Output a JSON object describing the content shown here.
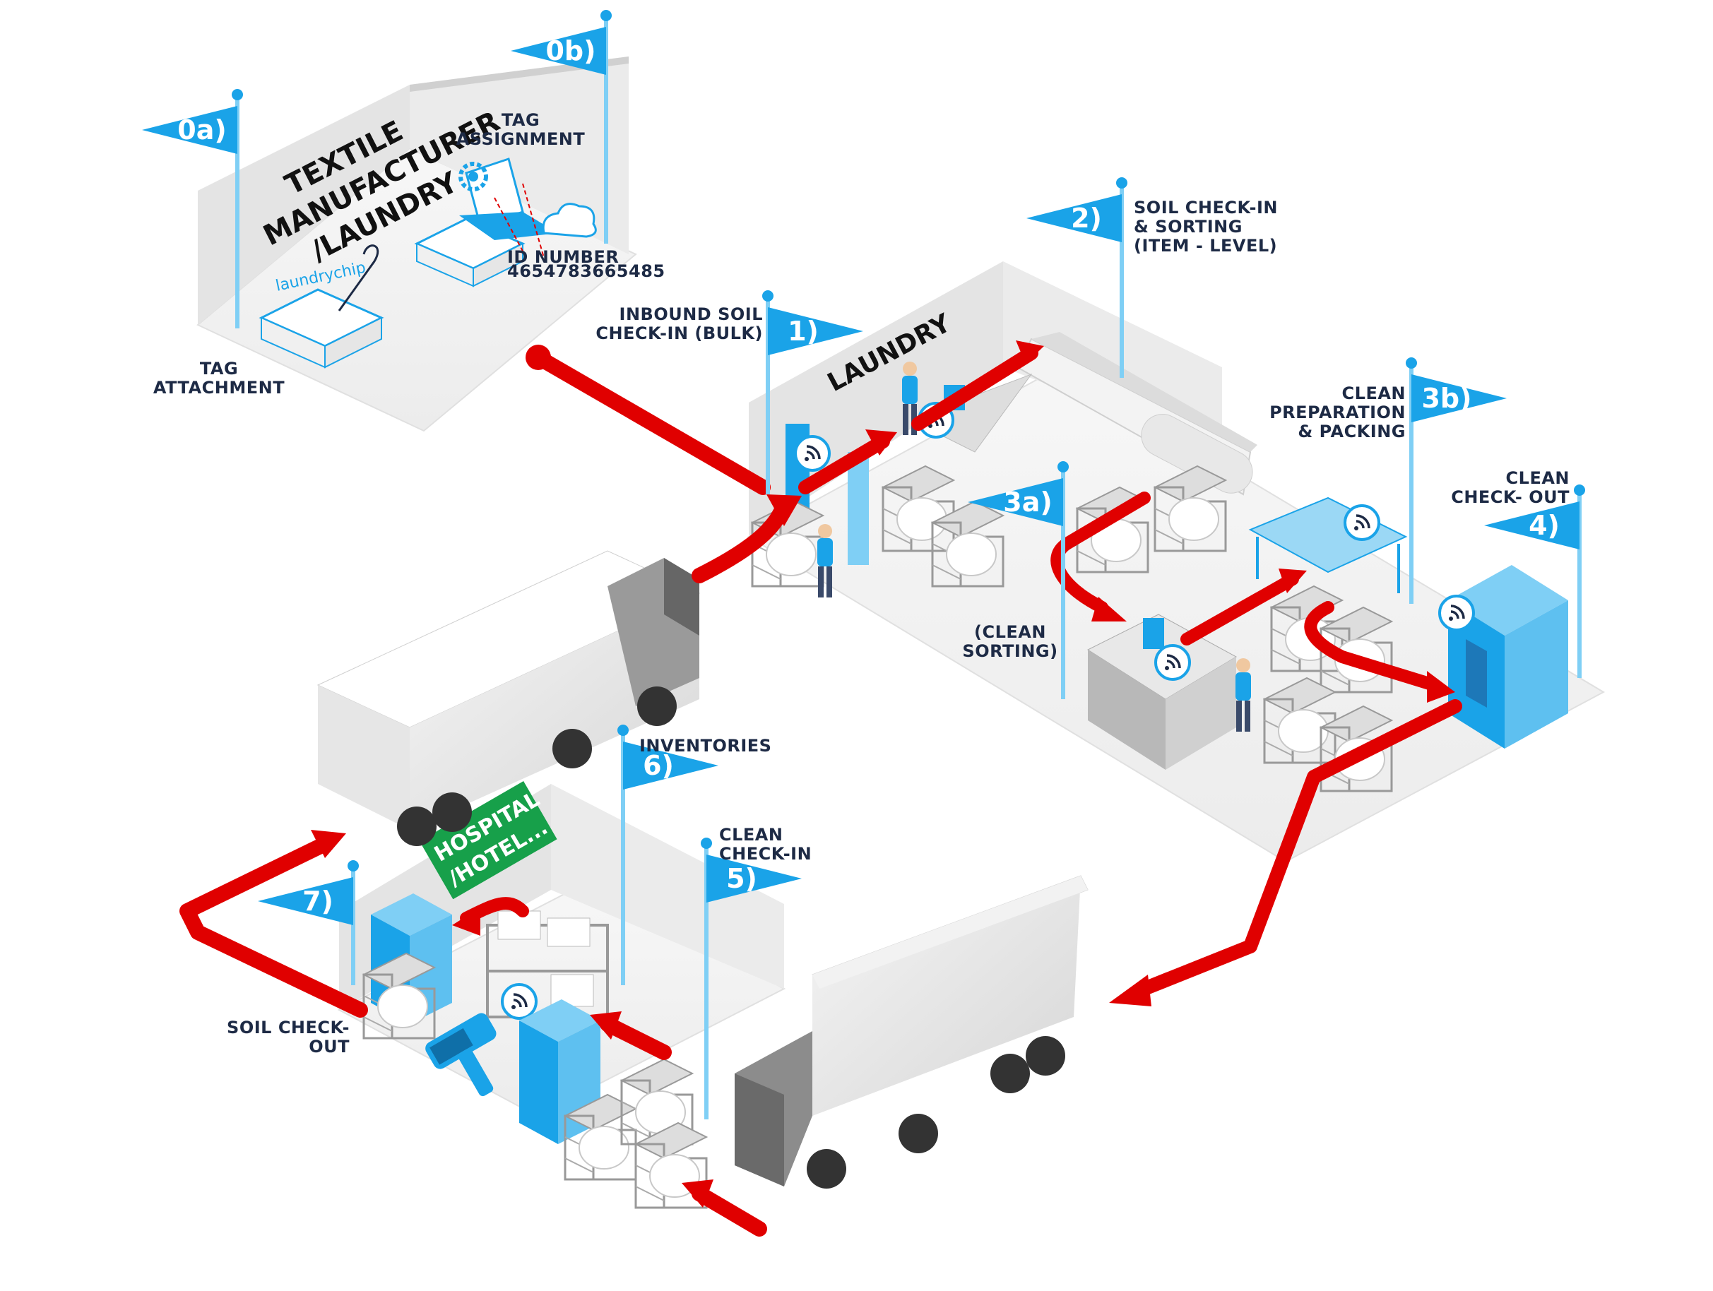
{
  "colors": {
    "flag": "#1aa3e8",
    "arrow": "#e00000",
    "floor": "#f4f4f4",
    "wall": "#e2e2e2",
    "label": "#1d2a45",
    "hospital_sign": "#17a04a"
  },
  "areas": {
    "manufacturer_wall": [
      "TEXTILE",
      "MANUFACTURER",
      "/LAUNDRY"
    ],
    "laundry_wall": "LAUNDRY",
    "hospital_sign": [
      "HOSPITAL",
      "/HOTEL..."
    ]
  },
  "tag_assignment": {
    "logo": "laundrychip",
    "id_label": "ID NUMBER",
    "id_value": "4654783665485"
  },
  "steps": [
    {
      "flag": "0a)",
      "label_lines": [
        "TAG",
        "ATTACHMENT"
      ]
    },
    {
      "flag": "0b)",
      "label_lines": [
        "TAG",
        "ASSIGNMENT"
      ]
    },
    {
      "flag": "1)",
      "label_lines": [
        "INBOUND SOIL",
        "CHECK-IN (BULK)"
      ]
    },
    {
      "flag": "2)",
      "label_lines": [
        "SOIL CHECK-IN",
        "& SORTING",
        "(ITEM - LEVEL)"
      ]
    },
    {
      "flag": "3a)",
      "label_lines": [
        "(CLEAN",
        "SORTING)"
      ]
    },
    {
      "flag": "3b)",
      "label_lines": [
        "CLEAN",
        "PREPARATION",
        "& PACKING"
      ]
    },
    {
      "flag": "4)",
      "label_lines": [
        "CLEAN",
        "CHECK- OUT"
      ]
    },
    {
      "flag": "5)",
      "label_lines": [
        "CLEAN",
        "CHECK-IN"
      ]
    },
    {
      "flag": "6)",
      "label_lines": [
        "INVENTORIES"
      ]
    },
    {
      "flag": "7)",
      "label_lines": [
        "SOIL CHECK-",
        "OUT"
      ]
    }
  ],
  "icons": [
    "rfid-wave-icon",
    "truck-icon",
    "cart-icon",
    "handheld-scanner-icon",
    "gear-icon",
    "cloud-icon",
    "laptop-icon",
    "worker-icon"
  ]
}
